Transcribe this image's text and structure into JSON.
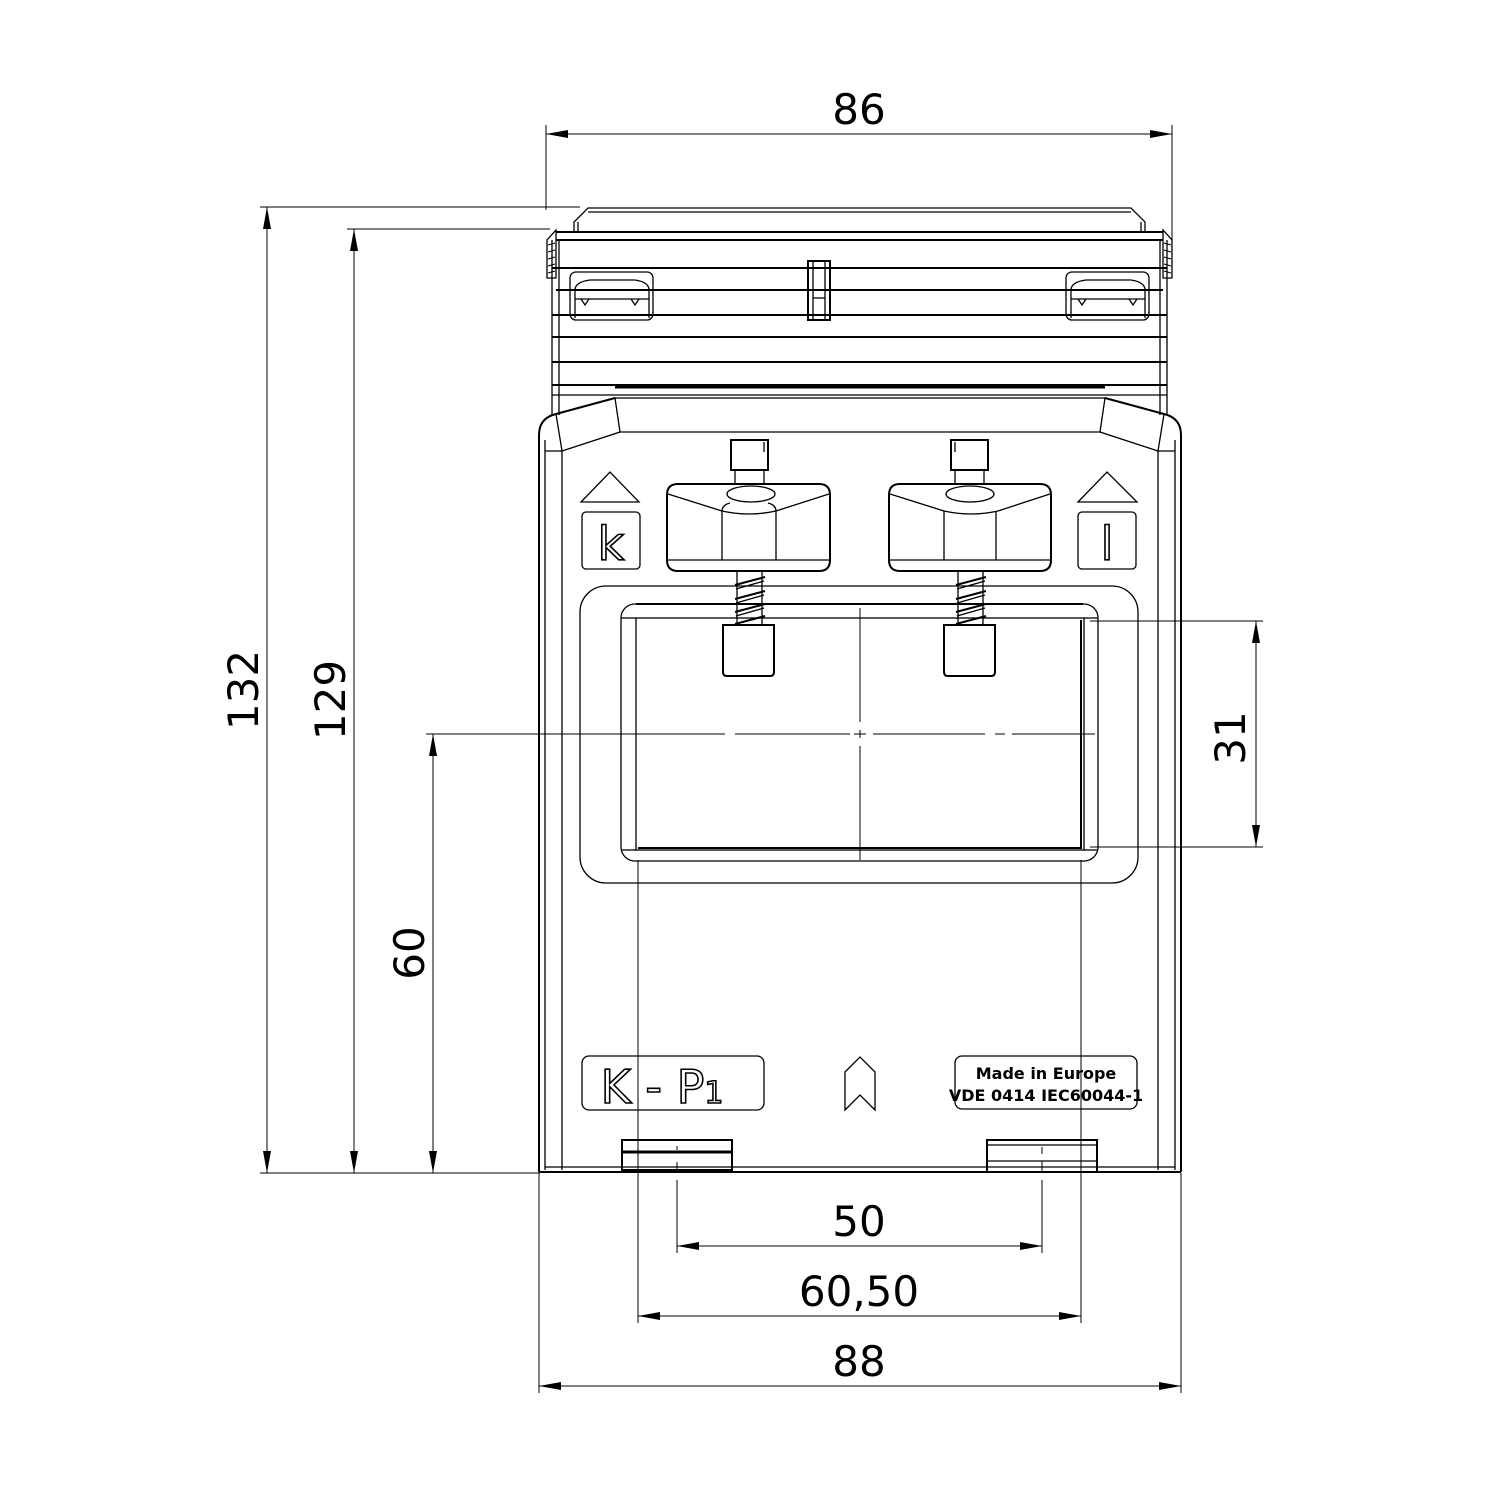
{
  "drawing": {
    "type": "technical-drawing",
    "subject": "current transformer front view",
    "line_color": "#000000",
    "background": "#ffffff"
  },
  "dimensions": {
    "top_width": "86",
    "bottom_width": "88",
    "inner_width": "60,50",
    "mount_spacing": "50",
    "total_height": "132",
    "body_height": "129",
    "window_center_height": "60",
    "window_height": "31"
  },
  "labels": {
    "terminal_left": "k",
    "terminal_right": "l",
    "marking": "K - P1",
    "marking_main": "K - P",
    "marking_sub": "1",
    "nameplate_line1": "Made in Europe",
    "nameplate_line2": "VDE 0414 IEC60044-1"
  },
  "icons": {
    "arrow_up_left": "triangle-up",
    "arrow_up_right": "triangle-up",
    "direction_mark": "chevron-up-arrow"
  }
}
